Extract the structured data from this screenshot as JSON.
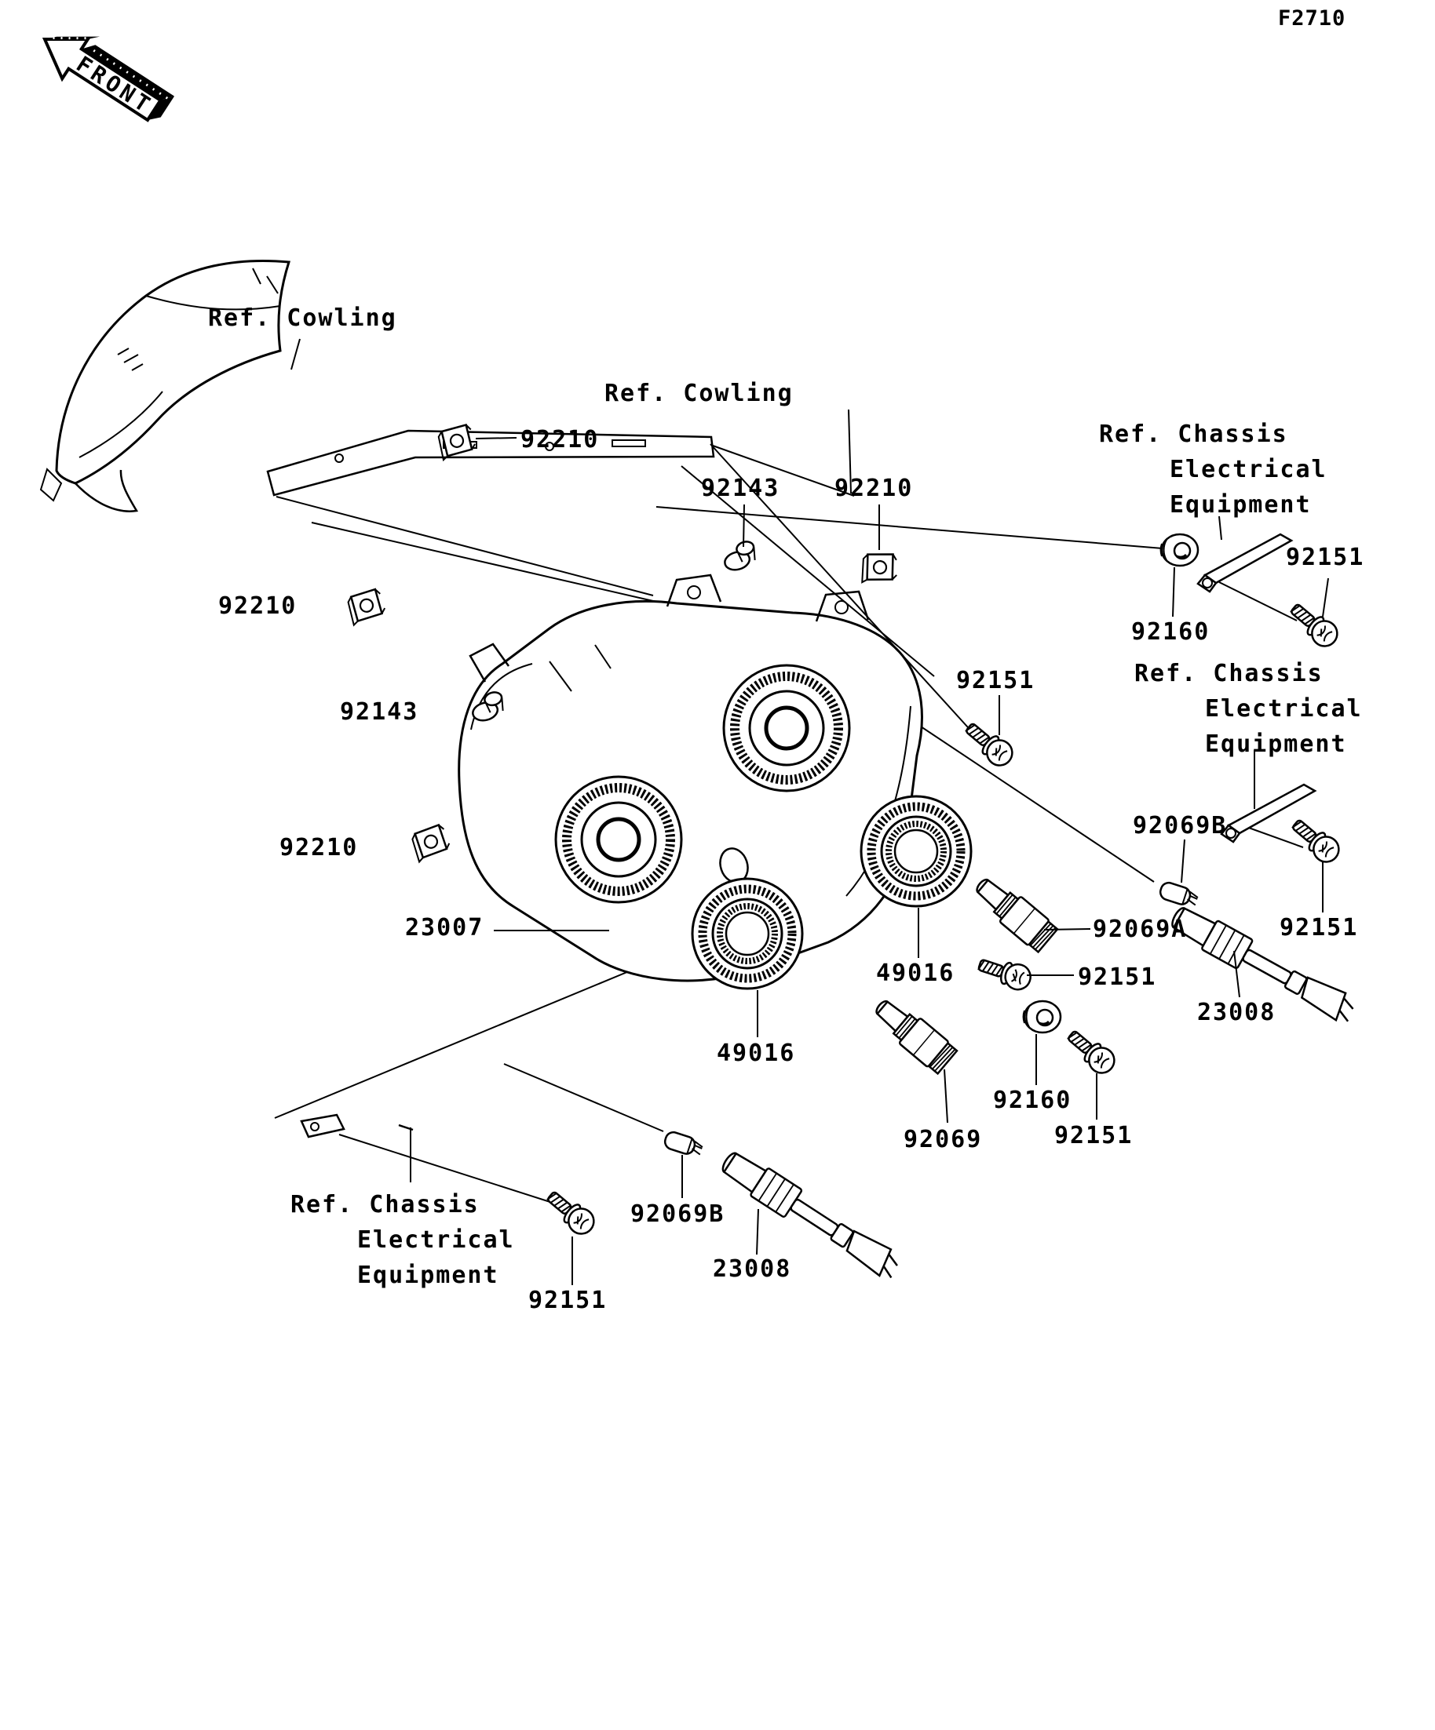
{
  "figure_code": "F2710",
  "front_arrow_label": "FRONT",
  "labels": {
    "ref_cowling_1": "Ref. Cowling",
    "ref_cowling_2": "Ref. Cowling",
    "chassis1_line1": "Ref. Chassis",
    "chassis1_line2": "Electrical",
    "chassis1_line3": "Equipment",
    "chassis2_line1": "Ref. Chassis",
    "chassis2_line2": "Electrical",
    "chassis2_line3": "Equipment",
    "chassis3_line1": "Ref. Chassis",
    "chassis3_line2": "Electrical",
    "chassis3_line3": "Equipment",
    "p92210_a": "92210",
    "p92210_b": "92210",
    "p92210_c": "92210",
    "p92210_d": "92210",
    "p92143_a": "92143",
    "p92143_b": "92143",
    "p92151_a": "92151",
    "p92151_b": "92151",
    "p92151_c": "92151",
    "p92151_d": "92151",
    "p92151_e": "92151",
    "p92151_f": "92151",
    "p92160_a": "92160",
    "p92160_b": "92160",
    "p92069": "92069",
    "p92069a": "92069A",
    "p92069b_1": "92069B",
    "p92069b_2": "92069B",
    "p23007": "23007",
    "p23008_a": "23008",
    "p23008_b": "23008",
    "p49016_a": "49016",
    "p49016_b": "49016"
  }
}
